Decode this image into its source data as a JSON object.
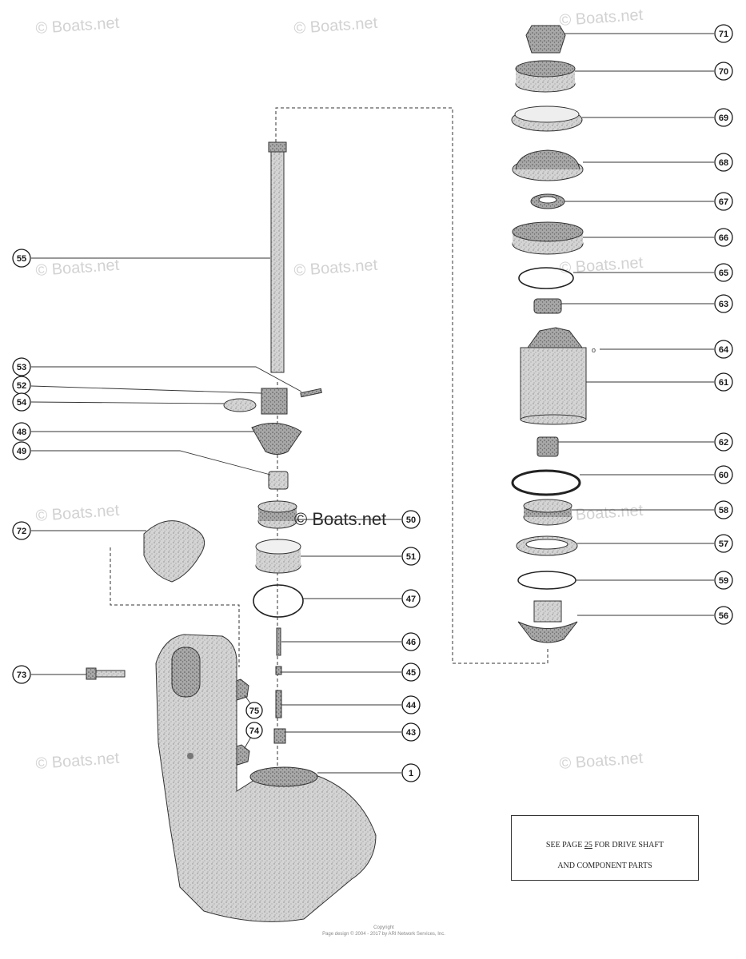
{
  "watermarks": [
    "© Boats.net",
    "© Boats.net",
    "© Boats.net",
    "© Boats.net",
    "© Boats.net",
    "© Boats.net",
    "© Boats.net",
    "© Boats.net",
    "© Boats.net",
    "© Boats.net"
  ],
  "center_watermark": "© Boats.net",
  "callouts": [
    "71",
    "70",
    "69",
    "68",
    "67",
    "66",
    "65",
    "63",
    "64",
    "61",
    "62",
    "60",
    "58",
    "57",
    "59",
    "56",
    "55",
    "53",
    "52",
    "54",
    "48",
    "49",
    "50",
    "51",
    "47",
    "46",
    "45",
    "44",
    "43",
    "1",
    "72",
    "73",
    "75",
    "74"
  ],
  "note": {
    "line1_prefix": "SEE PAGE ",
    "page": "25",
    "line1_suffix": " FOR DRIVE SHAFT",
    "line2": "AND COMPONENT PARTS"
  },
  "small_mark": "o",
  "footer": {
    "line1": "Copyright",
    "line2": "Page design © 2004 - 2017 by ARI Network Services, Inc."
  },
  "colors": {
    "ink": "#1a1a1a",
    "part_fill": "#cfcfcf",
    "watermark": "#d2d2d2"
  }
}
